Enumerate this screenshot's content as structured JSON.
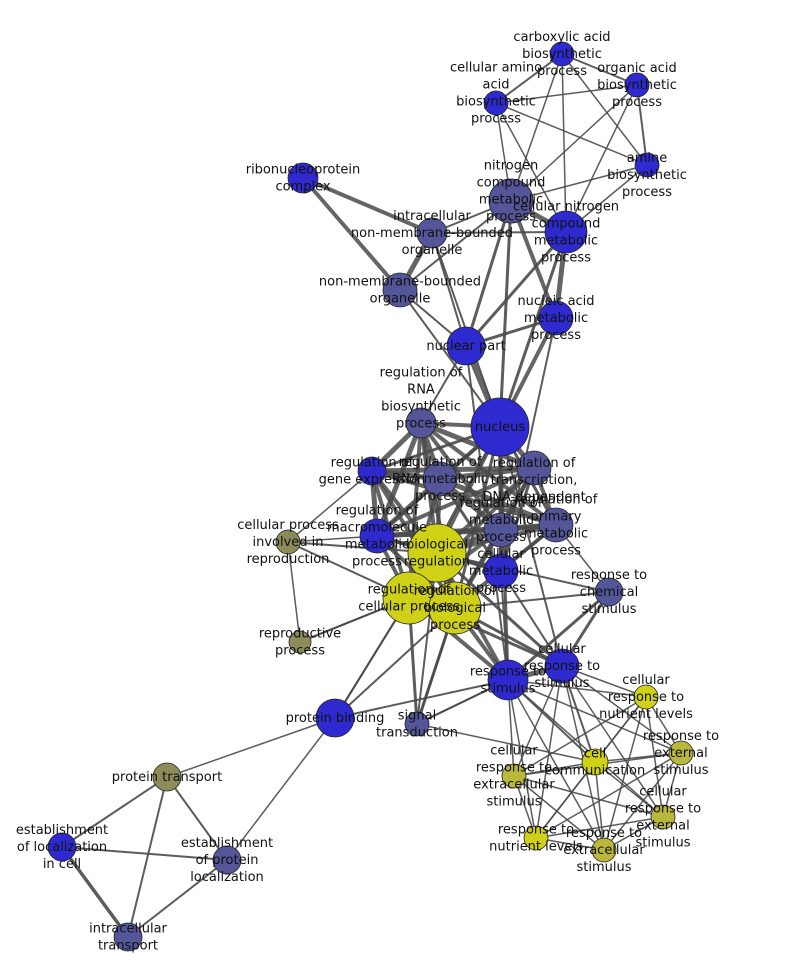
{
  "colors": {
    "blue": "#2f2ad0",
    "slate": "#55559a",
    "yellow": "#cfd117",
    "olive": "#b9b83a",
    "khaki": "#8c8c5a",
    "edge": "#4a4a4a"
  },
  "nodes": [
    {
      "id": "carboxylic",
      "lines": [
        "carboxylic acid",
        "biosynthetic",
        "process"
      ],
      "color": "blue"
    },
    {
      "id": "organic",
      "lines": [
        "organic acid",
        "biosynthetic",
        "process"
      ],
      "color": "blue"
    },
    {
      "id": "amino",
      "lines": [
        "cellular amino",
        "acid",
        "biosynthetic",
        "process"
      ],
      "color": "blue"
    },
    {
      "id": "amine",
      "lines": [
        "amine",
        "biosynthetic",
        "process"
      ],
      "color": "blue"
    },
    {
      "id": "ribonucleo",
      "lines": [
        "ribonucleoprotein",
        "complex"
      ],
      "color": "blue"
    },
    {
      "id": "nitrogen",
      "lines": [
        "nitrogen",
        "compound",
        "metabolic",
        "process"
      ],
      "color": "slate"
    },
    {
      "id": "cellnitrogen",
      "lines": [
        "cellular nitrogen",
        "compound",
        "metabolic",
        "process"
      ],
      "color": "blue"
    },
    {
      "id": "intracellnmbo",
      "lines": [
        "intracellular",
        "non-membrane-bounded",
        "organelle"
      ],
      "color": "slate"
    },
    {
      "id": "nmbo",
      "lines": [
        "non-membrane-bounded",
        "organelle"
      ],
      "color": "slate"
    },
    {
      "id": "nucleicacid",
      "lines": [
        "nucleic acid",
        "metabolic",
        "process"
      ],
      "color": "blue"
    },
    {
      "id": "nuclearpart",
      "lines": [
        "nuclear part"
      ],
      "color": "blue"
    },
    {
      "id": "nucleus",
      "lines": [
        "nucleus"
      ],
      "color": "blue"
    },
    {
      "id": "regrna",
      "lines": [
        "regulation of",
        "RNA",
        "biosynthetic",
        "process"
      ],
      "color": "slate"
    },
    {
      "id": "regtrans",
      "lines": [
        "regulation of",
        "transcription,",
        "DNA-dependent"
      ],
      "color": "slate"
    },
    {
      "id": "reggene",
      "lines": [
        "regulation of",
        "gene expression"
      ],
      "color": "blue"
    },
    {
      "id": "regrnamet",
      "lines": [
        "regulation of",
        "RNA metabolic",
        "process"
      ],
      "color": "slate"
    },
    {
      "id": "regprimary",
      "lines": [
        "regulation of",
        "primary",
        "metabolic",
        "process"
      ],
      "color": "slate"
    },
    {
      "id": "regmacro",
      "lines": [
        "regulation of",
        "macromolecule",
        "metabolic",
        "process"
      ],
      "color": "blue"
    },
    {
      "id": "regmetabolic",
      "lines": [
        "regulation of",
        "metabolic",
        "process"
      ],
      "color": "slate"
    },
    {
      "id": "cellprocrepro",
      "lines": [
        "cellular process",
        "involved in",
        "reproduction"
      ],
      "color": "khaki"
    },
    {
      "id": "bioreg",
      "lines": [
        "biological",
        "regulation"
      ],
      "color": "yellow"
    },
    {
      "id": "cellmetab",
      "lines": [
        "cellular",
        "metabolic",
        "process"
      ],
      "color": "blue"
    },
    {
      "id": "regcellproc",
      "lines": [
        "regulation of",
        "cellular process"
      ],
      "color": "yellow"
    },
    {
      "id": "regbioproc",
      "lines": [
        "regulation of",
        "biological",
        "process"
      ],
      "color": "yellow"
    },
    {
      "id": "respchem",
      "lines": [
        "response to",
        "chemical",
        "stimulus"
      ],
      "color": "slate"
    },
    {
      "id": "reproproc",
      "lines": [
        "reproductive",
        "process"
      ],
      "color": "khaki"
    },
    {
      "id": "cellresp",
      "lines": [
        "cellular",
        "response to",
        "stimulus"
      ],
      "color": "blue"
    },
    {
      "id": "respstim",
      "lines": [
        "response to",
        "stimulus"
      ],
      "color": "blue"
    },
    {
      "id": "cellrespnutr",
      "lines": [
        "cellular",
        "response to",
        "nutrient levels"
      ],
      "color": "yellow"
    },
    {
      "id": "protbind",
      "lines": [
        "protein binding"
      ],
      "color": "blue"
    },
    {
      "id": "signal",
      "lines": [
        "signal",
        "transduction"
      ],
      "color": "slate"
    },
    {
      "id": "respext",
      "lines": [
        "response to",
        "external",
        "stimulus"
      ],
      "color": "olive"
    },
    {
      "id": "cellcomm",
      "lines": [
        "cell",
        "communication"
      ],
      "color": "yellow"
    },
    {
      "id": "cellrespextra",
      "lines": [
        "cellular",
        "response to",
        "extracellular",
        "stimulus"
      ],
      "color": "olive"
    },
    {
      "id": "protran",
      "lines": [
        "protein transport"
      ],
      "color": "khaki"
    },
    {
      "id": "cellrespext",
      "lines": [
        "cellular",
        "response to",
        "external",
        "stimulus"
      ],
      "color": "olive"
    },
    {
      "id": "estloc",
      "lines": [
        "establishment",
        "of localization",
        "in cell"
      ],
      "color": "blue"
    },
    {
      "id": "estprot",
      "lines": [
        "establishment",
        "of protein",
        "localization"
      ],
      "color": "slate"
    },
    {
      "id": "respnutr",
      "lines": [
        "response to",
        "nutrient levels"
      ],
      "color": "yellow"
    },
    {
      "id": "respextra",
      "lines": [
        "response to",
        "extracellular",
        "stimulus"
      ],
      "color": "olive"
    },
    {
      "id": "intratran",
      "lines": [
        "intracellular",
        "transport"
      ],
      "color": "slate"
    }
  ],
  "edges": [
    [
      "carboxylic",
      "organic",
      2
    ],
    [
      "carboxylic",
      "amino",
      2
    ],
    [
      "carboxylic",
      "amine",
      1.5
    ],
    [
      "carboxylic",
      "nitrogen",
      1.5
    ],
    [
      "carboxylic",
      "cellnitrogen",
      1.5
    ],
    [
      "organic",
      "amino",
      1.5
    ],
    [
      "organic",
      "amine",
      2
    ],
    [
      "organic",
      "nitrogen",
      1.5
    ],
    [
      "organic",
      "cellnitrogen",
      1.5
    ],
    [
      "amino",
      "amine",
      1.5
    ],
    [
      "amino",
      "nitrogen",
      1.5
    ],
    [
      "amino",
      "cellnitrogen",
      1.5
    ],
    [
      "amine",
      "cellnitrogen",
      1.5
    ],
    [
      "amine",
      "nitrogen",
      1.5
    ],
    [
      "ribonucleo",
      "intracellnmbo",
      4
    ],
    [
      "ribonucleo",
      "nmbo",
      4
    ],
    [
      "nitrogen",
      "cellnitrogen",
      5
    ],
    [
      "nitrogen",
      "nucleicacid",
      4
    ],
    [
      "nitrogen",
      "nuclearpart",
      3
    ],
    [
      "nitrogen",
      "nucleus",
      3
    ],
    [
      "nitrogen",
      "nmbo",
      2
    ],
    [
      "nitrogen",
      "intracellnmbo",
      2
    ],
    [
      "cellnitrogen",
      "nucleicacid",
      5
    ],
    [
      "cellnitrogen",
      "nuclearpart",
      3
    ],
    [
      "cellnitrogen",
      "nucleus",
      3
    ],
    [
      "cellnitrogen",
      "intracellnmbo",
      2
    ],
    [
      "intracellnmbo",
      "nmbo",
      5
    ],
    [
      "intracellnmbo",
      "nuclearpart",
      2
    ],
    [
      "intracellnmbo",
      "nucleus",
      2
    ],
    [
      "nmbo",
      "nuclearpart",
      2
    ],
    [
      "nmbo",
      "nucleus",
      2
    ],
    [
      "nucleicacid",
      "nuclearpart",
      3
    ],
    [
      "nucleicacid",
      "nucleus",
      4
    ],
    [
      "nucleicacid",
      "cellmetab",
      2
    ],
    [
      "nuclearpart",
      "nucleus",
      6
    ],
    [
      "nuclearpart",
      "regrna",
      2
    ],
    [
      "nuclearpart",
      "respstim",
      2
    ],
    [
      "nucleus",
      "regrna",
      4
    ],
    [
      "nucleus",
      "regtrans",
      5
    ],
    [
      "nucleus",
      "reggene",
      3
    ],
    [
      "nucleus",
      "regrnamet",
      4
    ],
    [
      "nucleus",
      "regprimary",
      3
    ],
    [
      "nucleus",
      "regmacro",
      3
    ],
    [
      "nucleus",
      "regmetabolic",
      3
    ],
    [
      "nucleus",
      "bioreg",
      4
    ],
    [
      "nucleus",
      "cellmetab",
      4
    ],
    [
      "nucleus",
      "regcellproc",
      3
    ],
    [
      "nucleus",
      "regbioproc",
      3
    ],
    [
      "nucleus",
      "respstim",
      3
    ],
    [
      "nucleus",
      "cellresp",
      2
    ],
    [
      "regrna",
      "regtrans",
      5
    ],
    [
      "regrna",
      "reggene",
      5
    ],
    [
      "regrna",
      "regrnamet",
      5
    ],
    [
      "regrna",
      "regprimary",
      4
    ],
    [
      "regrna",
      "regmacro",
      5
    ],
    [
      "regrna",
      "regmetabolic",
      4
    ],
    [
      "regrna",
      "bioreg",
      4
    ],
    [
      "regrna",
      "regcellproc",
      4
    ],
    [
      "regrna",
      "regbioproc",
      4
    ],
    [
      "regtrans",
      "reggene",
      5
    ],
    [
      "regtrans",
      "regrnamet",
      5
    ],
    [
      "regtrans",
      "regprimary",
      4
    ],
    [
      "regtrans",
      "regmacro",
      4
    ],
    [
      "regtrans",
      "regmetabolic",
      4
    ],
    [
      "regtrans",
      "bioreg",
      4
    ],
    [
      "regtrans",
      "regcellproc",
      4
    ],
    [
      "regtrans",
      "regbioproc",
      4
    ],
    [
      "regtrans",
      "cellmetab",
      3
    ],
    [
      "reggene",
      "regrnamet",
      5
    ],
    [
      "reggene",
      "regmacro",
      5
    ],
    [
      "reggene",
      "regprimary",
      4
    ],
    [
      "reggene",
      "bioreg",
      4
    ],
    [
      "reggene",
      "regcellproc",
      4
    ],
    [
      "reggene",
      "regbioproc",
      4
    ],
    [
      "regrnamet",
      "regprimary",
      5
    ],
    [
      "regrnamet",
      "regmacro",
      5
    ],
    [
      "regrnamet",
      "regmetabolic",
      5
    ],
    [
      "regrnamet",
      "bioreg",
      4
    ],
    [
      "regrnamet",
      "regcellproc",
      4
    ],
    [
      "regrnamet",
      "cellmetab",
      3
    ],
    [
      "regprimary",
      "regmacro",
      5
    ],
    [
      "regprimary",
      "regmetabolic",
      5
    ],
    [
      "regprimary",
      "bioreg",
      4
    ],
    [
      "regprimary",
      "cellmetab",
      3
    ],
    [
      "regprimary",
      "regbioproc",
      4
    ],
    [
      "regmacro",
      "regmetabolic",
      5
    ],
    [
      "regmacro",
      "bioreg",
      4
    ],
    [
      "regmacro",
      "regcellproc",
      4
    ],
    [
      "regmacro",
      "regbioproc",
      4
    ],
    [
      "regmacro",
      "cellmetab",
      3
    ],
    [
      "regmetabolic",
      "bioreg",
      5
    ],
    [
      "regmetabolic",
      "cellmetab",
      4
    ],
    [
      "regmetabolic",
      "regcellproc",
      4
    ],
    [
      "regmetabolic",
      "regbioproc",
      4
    ],
    [
      "bioreg",
      "regcellproc",
      6
    ],
    [
      "bioreg",
      "regbioproc",
      6
    ],
    [
      "bioreg",
      "cellmetab",
      4
    ],
    [
      "bioreg",
      "respstim",
      4
    ],
    [
      "bioreg",
      "cellresp",
      3
    ],
    [
      "bioreg",
      "respchem",
      2
    ],
    [
      "bioreg",
      "cellprocrepro",
      2
    ],
    [
      "bioreg",
      "signal",
      2
    ],
    [
      "regcellproc",
      "regbioproc",
      6
    ],
    [
      "regcellproc",
      "respstim",
      4
    ],
    [
      "regcellproc",
      "cellresp",
      3
    ],
    [
      "regcellproc",
      "signal",
      3
    ],
    [
      "regcellproc",
      "protbind",
      2
    ],
    [
      "regcellproc",
      "cellprocrepro",
      2
    ],
    [
      "regcellproc",
      "reproproc",
      2
    ],
    [
      "regbioproc",
      "respstim",
      4
    ],
    [
      "regbioproc",
      "cellresp",
      3
    ],
    [
      "regbioproc",
      "respchem",
      2
    ],
    [
      "regbioproc",
      "signal",
      3
    ],
    [
      "cellmetab",
      "respstim",
      2
    ],
    [
      "cellmetab",
      "cellresp",
      2
    ],
    [
      "respchem",
      "respstim",
      3
    ],
    [
      "respchem",
      "cellresp",
      3
    ],
    [
      "respchem",
      "regprimary",
      1.5
    ],
    [
      "cellprocrepro",
      "reproproc",
      1.5
    ],
    [
      "cellprocrepro",
      "reggene",
      1.5
    ],
    [
      "cellprocrepro",
      "regmacro",
      1.5
    ],
    [
      "reproproc",
      "regcellproc",
      2
    ],
    [
      "cellresp",
      "respstim",
      5
    ],
    [
      "cellresp",
      "cellrespnutr",
      1.5
    ],
    [
      "cellresp",
      "respext",
      1.5
    ],
    [
      "cellresp",
      "cellcomm",
      2
    ],
    [
      "cellresp",
      "cellrespextra",
      1.5
    ],
    [
      "cellresp",
      "cellrespext",
      1.5
    ],
    [
      "cellresp",
      "respnutr",
      1.5
    ],
    [
      "cellresp",
      "respextra",
      1.5
    ],
    [
      "respstim",
      "cellrespnutr",
      1.5
    ],
    [
      "respstim",
      "respext",
      1.5
    ],
    [
      "respstim",
      "cellcomm",
      2
    ],
    [
      "respstim",
      "cellrespextra",
      1.5
    ],
    [
      "respstim",
      "cellrespext",
      1.5
    ],
    [
      "respstim",
      "respnutr",
      1.5
    ],
    [
      "respstim",
      "respextra",
      1.5
    ],
    [
      "respstim",
      "signal",
      2
    ],
    [
      "respstim",
      "protbind",
      2
    ],
    [
      "cellrespnutr",
      "respext",
      1.5
    ],
    [
      "cellrespnutr",
      "cellcomm",
      1.5
    ],
    [
      "cellrespnutr",
      "respnutr",
      1.5
    ],
    [
      "cellrespnutr",
      "cellrespext",
      1.5
    ],
    [
      "cellrespnutr",
      "respextra",
      1.5
    ],
    [
      "cellrespnutr",
      "cellrespextra",
      1.5
    ],
    [
      "respext",
      "cellcomm",
      1.5
    ],
    [
      "respext",
      "cellrespext",
      1.5
    ],
    [
      "respext",
      "respnutr",
      1.5
    ],
    [
      "respext",
      "cellrespextra",
      1.5
    ],
    [
      "respext",
      "respextra",
      1.5
    ],
    [
      "cellcomm",
      "cellrespextra",
      1.5
    ],
    [
      "cellcomm",
      "respnutr",
      1.5
    ],
    [
      "cellcomm",
      "respextra",
      1.5
    ],
    [
      "cellcomm",
      "cellrespext",
      1.5
    ],
    [
      "cellcomm",
      "signal",
      1.5
    ],
    [
      "cellrespextra",
      "respnutr",
      1.5
    ],
    [
      "cellrespextra",
      "respextra",
      1.5
    ],
    [
      "cellrespextra",
      "cellrespext",
      1.5
    ],
    [
      "cellrespext",
      "respnutr",
      1.5
    ],
    [
      "cellrespext",
      "respextra",
      1.5
    ],
    [
      "respnutr",
      "respextra",
      1.5
    ],
    [
      "protbind",
      "protran",
      1.5
    ],
    [
      "protbind",
      "estprot",
      1.5
    ],
    [
      "protbind",
      "bioreg",
      2
    ],
    [
      "protbind",
      "regbioproc",
      2
    ],
    [
      "signal",
      "regbioproc",
      2
    ],
    [
      "signal",
      "respstim",
      2
    ],
    [
      "protran",
      "estloc",
      2
    ],
    [
      "protran",
      "estprot",
      2
    ],
    [
      "protran",
      "intratran",
      2
    ],
    [
      "estloc",
      "estprot",
      2
    ],
    [
      "estloc",
      "intratran",
      3.5
    ],
    [
      "estprot",
      "intratran",
      2
    ]
  ]
}
